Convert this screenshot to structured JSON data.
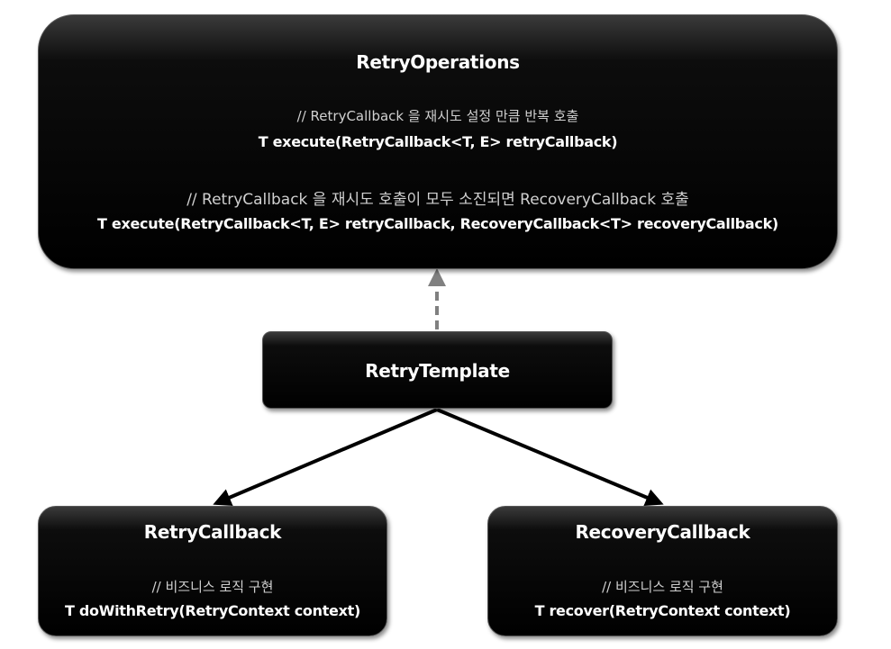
{
  "retry_operations": {
    "title": "RetryOperations",
    "comment_1": "// RetryCallback 을 재시도 설정 만큼 반복 호출",
    "signature_1": "T execute(RetryCallback<T, E> retryCallback)",
    "comment_2": "// RetryCallback 을 재시도 호출이 모두 소진되면 RecoveryCallback 호출",
    "signature_2": "T execute(RetryCallback<T, E> retryCallback, RecoveryCallback<T> recoveryCallback)"
  },
  "retry_template": {
    "title": "RetryTemplate"
  },
  "retry_callback": {
    "title": "RetryCallback",
    "comment": "// 비즈니스 로직 구현",
    "signature": "T doWithRetry(RetryContext context)"
  },
  "recovery_callback": {
    "title": "RecoveryCallback",
    "comment": "// 비즈니스 로직 구현",
    "signature": "T recover(RetryContext context)"
  },
  "colors": {
    "box_fill": "#000000",
    "box_text": "#ffffff",
    "comment_text": "#d0d0d0",
    "dashed_arrow": "#808080",
    "solid_arrow": "#000000"
  }
}
